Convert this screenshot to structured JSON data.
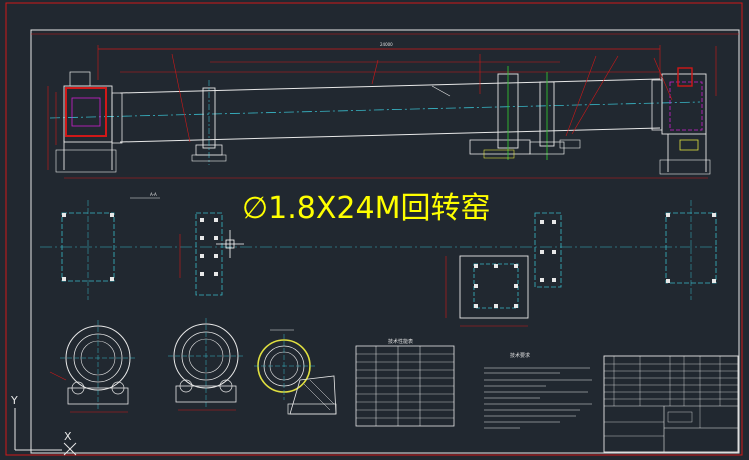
{
  "drawing": {
    "title": "∅1.8X24M回转窑",
    "ucs_y_label": "Y",
    "ucs_x_label": "X"
  },
  "colors": {
    "background": "#212830",
    "frame": "#d01818",
    "lines": "#e8e8e8",
    "centerline": "#38b8c8",
    "title": "#ffff00",
    "accent_green": "#30c030",
    "accent_magenta": "#d020d0",
    "accent_yellow": "#e0e040"
  }
}
